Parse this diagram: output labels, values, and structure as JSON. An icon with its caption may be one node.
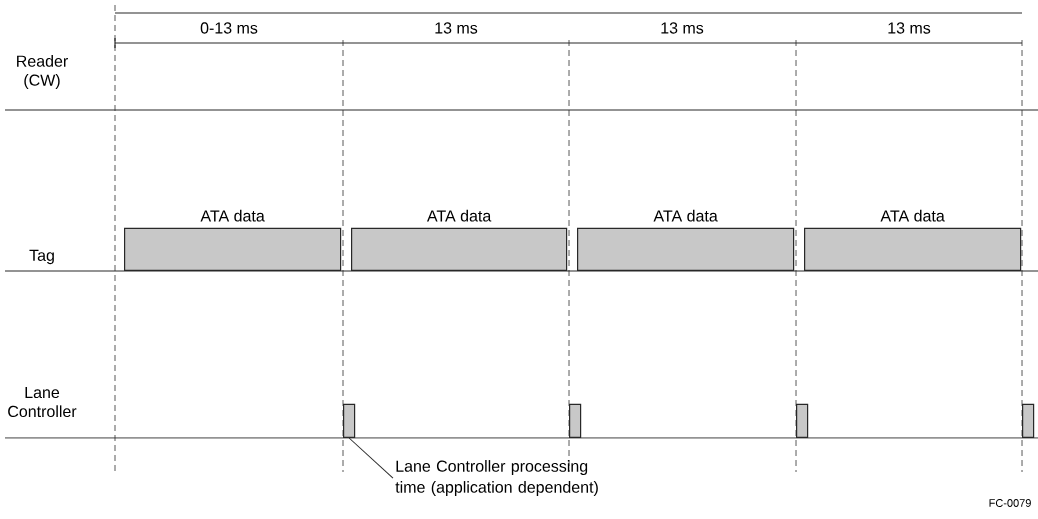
{
  "diagram": {
    "nodes": [
      {
        "text": [
          "ATA data"
        ]
      },
      {
        "text": [
          "ATA data"
        ]
      },
      {
        "text": [
          "ATA data"
        ]
      },
      {
        "text": [
          "ATA data"
        ]
      },
      {
        "text": [],
        "shape": "bar"
      },
      {
        "text": [],
        "shape": "bar"
      },
      {
        "text": [],
        "shape": "bar"
      },
      {
        "text": [],
        "shape": "bar"
      },
      {
        "text": [
          "Lane Controller processing time (application dependent)"
        ]
      }
    ],
    "edges": [
      {
        "from": 8,
        "to": 4,
        "arrow": "none"
      }
    ],
    "labels": [
      "0-13 ms",
      "13 ms",
      "13 ms",
      "13 ms",
      "Reader (CW)",
      "Tag",
      "Lane Controller",
      "FC-0079"
    ]
  }
}
